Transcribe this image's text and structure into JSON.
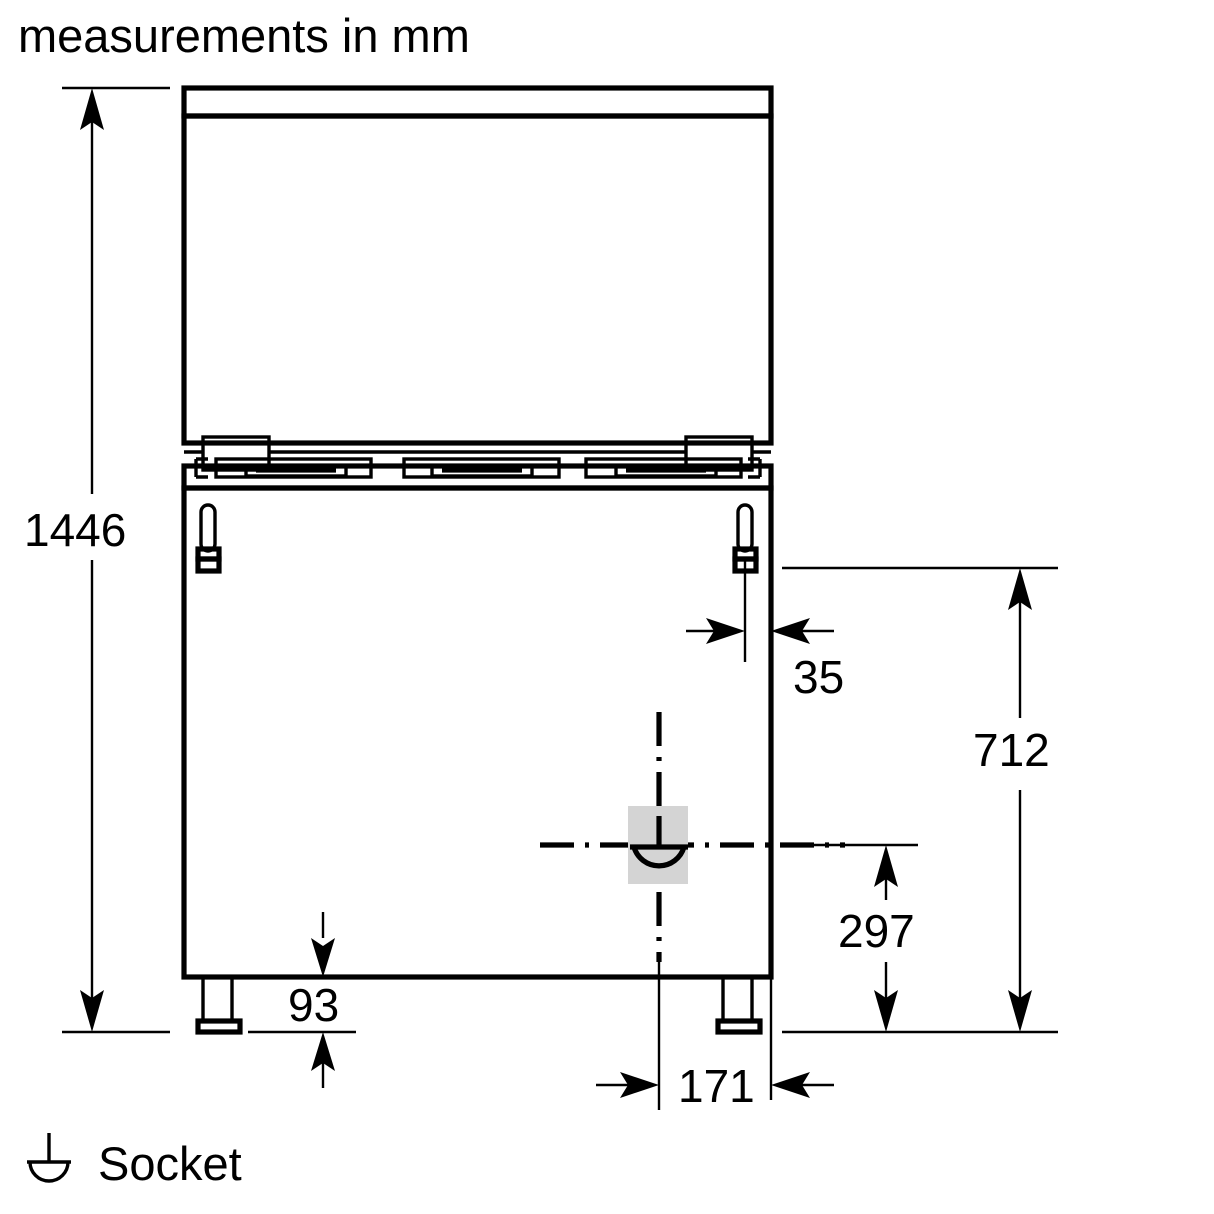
{
  "title": "measurements in mm",
  "legend": {
    "socket_label": "Socket",
    "socket_icon": "socket-symbol-icon"
  },
  "dimensions": {
    "total_height": "1446",
    "socket_horizontal_offset": "35",
    "socket_height_from_floor": "712",
    "plinth_to_socket": "297",
    "foot_height": "93",
    "socket_from_right_edge": "171"
  },
  "chart_data": {
    "type": "table",
    "title": "measurements in mm",
    "categories": [
      "1446",
      "35",
      "712",
      "297",
      "93",
      "171"
    ],
    "values": [
      1446,
      35,
      712,
      297,
      93,
      171
    ],
    "units": "mm",
    "notes": "Front elevation of a freestanding range cooker with open lid; dimension callouts in millimetres; socket position marked with socket symbol."
  },
  "colors": {
    "line": "#000000",
    "background": "#ffffff",
    "socket_highlight": "#d4d4d4"
  }
}
